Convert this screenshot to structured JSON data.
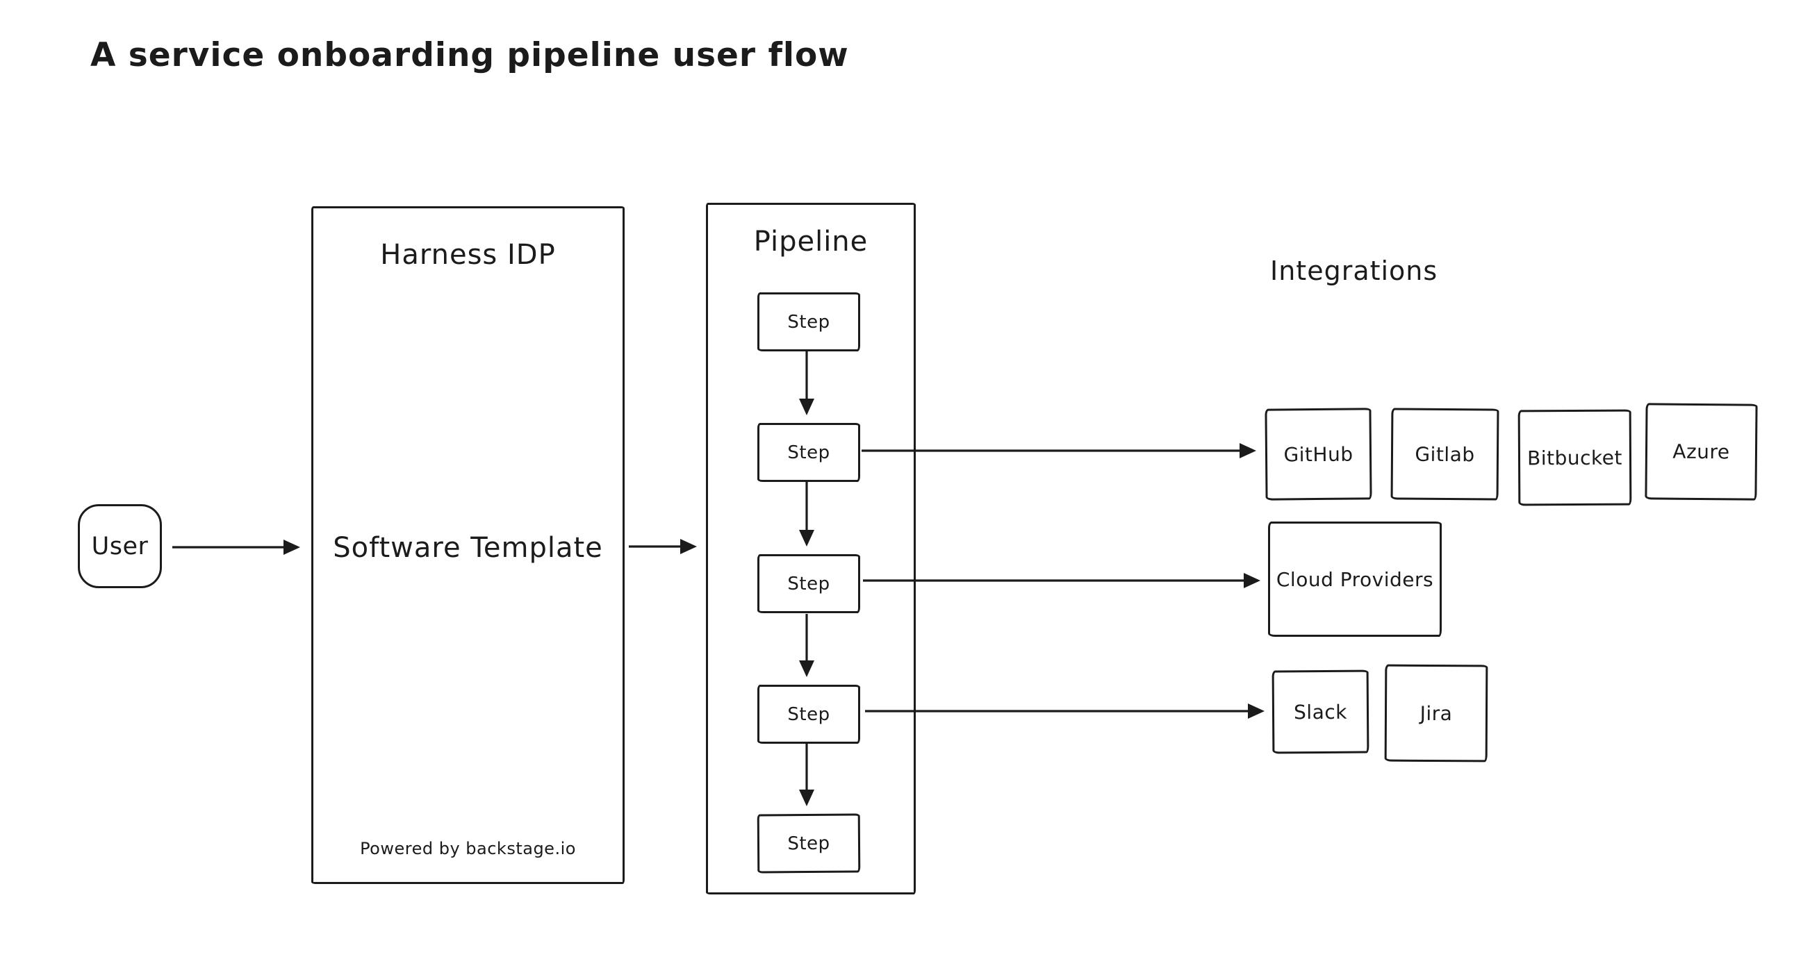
{
  "canvas": {
    "background": "#ffffff",
    "ink": "#1b1b1b"
  },
  "title": "A service onboarding pipeline user flow",
  "user": {
    "label": "User"
  },
  "harness": {
    "title": "Harness IDP",
    "label": "Software Template",
    "footer": "Powered by backstage.io"
  },
  "pipeline": {
    "title": "Pipeline",
    "steps": [
      "Step",
      "Step",
      "Step",
      "Step",
      "Step"
    ]
  },
  "integrations": {
    "title": "Integrations",
    "scm_row": [
      "GitHub",
      "Gitlab",
      "Bitbucket",
      "Azure"
    ],
    "cloud_row": [
      "Cloud Providers"
    ],
    "collab_row": [
      "Slack",
      "Jira"
    ]
  },
  "edges": [
    {
      "from": "user",
      "to": "software-template"
    },
    {
      "from": "software-template",
      "to": "pipeline"
    },
    {
      "from": "pipeline-step-1",
      "to": "pipeline-step-2"
    },
    {
      "from": "pipeline-step-2",
      "to": "pipeline-step-3"
    },
    {
      "from": "pipeline-step-3",
      "to": "pipeline-step-4"
    },
    {
      "from": "pipeline-step-4",
      "to": "pipeline-step-5"
    },
    {
      "from": "pipeline-step-2",
      "to": "github"
    },
    {
      "from": "pipeline-step-3",
      "to": "cloud-providers"
    },
    {
      "from": "pipeline-step-4",
      "to": "slack"
    }
  ]
}
